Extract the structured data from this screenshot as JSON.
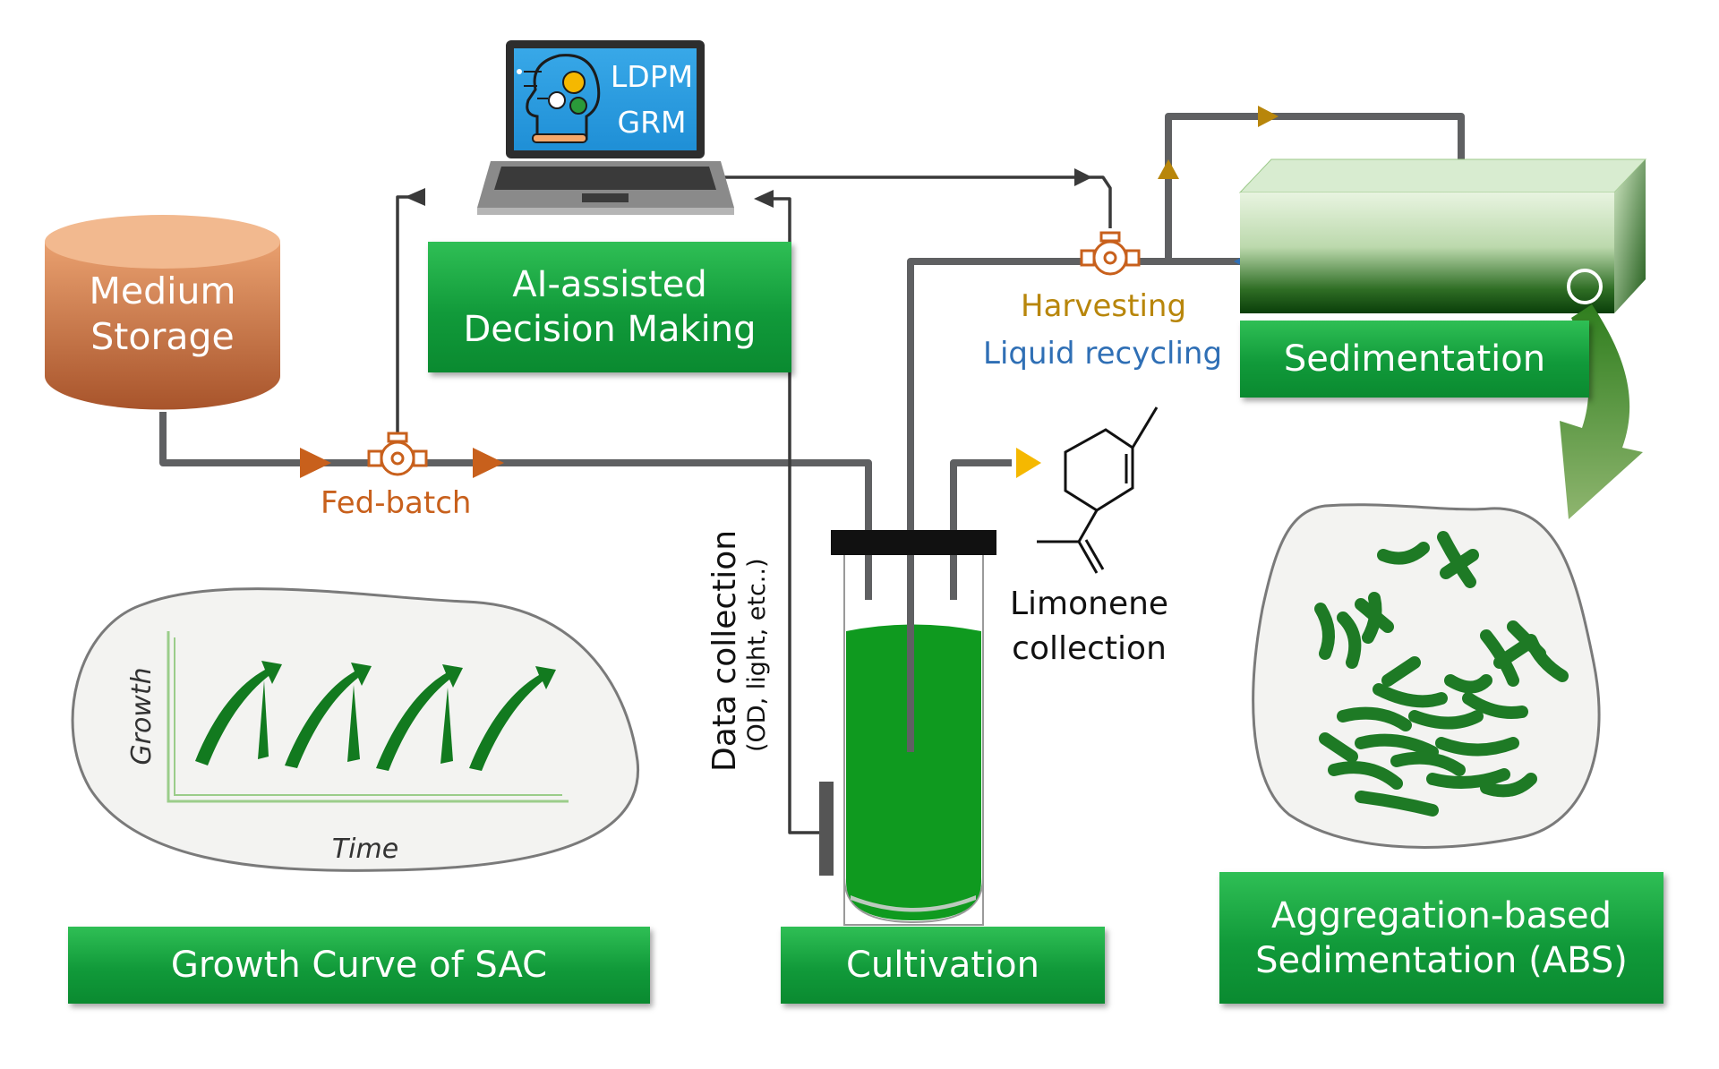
{
  "storage": {
    "line1": "Medium",
    "line2": "Storage"
  },
  "laptop": {
    "model1": "LDPM",
    "model2": "GRM"
  },
  "ai_box": {
    "line1": "AI-assisted",
    "line2": "Decision Making"
  },
  "pump_labels": {
    "fed_batch": "Fed-batch",
    "harvesting": "Harvesting",
    "recycling": "Liquid recycling"
  },
  "sedimentation_box": {
    "label": "Sedimentation"
  },
  "data_collection": {
    "line1": "Data collection",
    "line2": "(OD, light, etc..)"
  },
  "limonene": {
    "line1": "Limonene",
    "line2": "collection"
  },
  "growth_plot": {
    "ylabel": "Growth",
    "xlabel": "Time"
  },
  "bottom_boxes": {
    "growth_curve": "Growth Curve of SAC",
    "cultivation": "Cultivation",
    "abs_line1": "Aggregation-based",
    "abs_line2": "Sedimentation (ABS)"
  },
  "colors": {
    "green_box": "#119a3a",
    "pipe": "#5f6062",
    "fed_batch": "#c8601c",
    "harvest": "#b8860b",
    "recycle": "#2f6fb5",
    "limonene_arrow": "#f5b800",
    "culture": "#0f9a1f"
  }
}
